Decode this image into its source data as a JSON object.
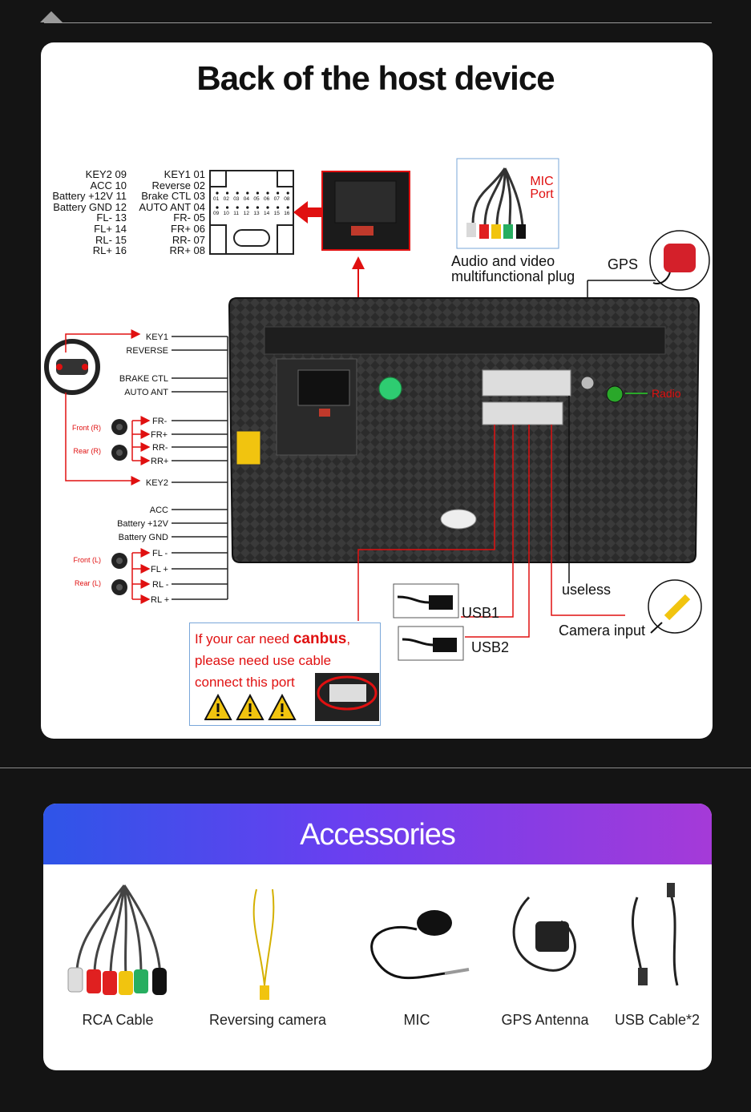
{
  "header": {
    "title": "Back of the host device"
  },
  "iso_left": [
    {
      "label": "KEY2 09"
    },
    {
      "label": "ACC 10"
    },
    {
      "label": "Battery +12V 11"
    },
    {
      "label": "Battery GND 12"
    },
    {
      "label": "FL- 13"
    },
    {
      "label": "FL+ 14"
    },
    {
      "label": "RL- 15"
    },
    {
      "label": "RL+ 16"
    }
  ],
  "iso_right": [
    {
      "label": "KEY1 01"
    },
    {
      "label": "Reverse 02"
    },
    {
      "label": "Brake CTL 03"
    },
    {
      "label": "AUTO ANT 04"
    },
    {
      "label": "FR- 05"
    },
    {
      "label": "FR+ 06"
    },
    {
      "label": "RR- 07"
    },
    {
      "label": "RR+ 08"
    }
  ],
  "pins_top": [
    "01",
    "02",
    "03",
    "04",
    "05",
    "06",
    "07",
    "08"
  ],
  "pins_bottom": [
    "09",
    "10",
    "11",
    "12",
    "13",
    "14",
    "15",
    "16"
  ],
  "mic_port": {
    "line1": "MIC",
    "line2": "Port"
  },
  "av_plug": {
    "line1": "Audio and video",
    "line2": "multifunctional plug"
  },
  "gps_label": "GPS",
  "radio_label": "Radio",
  "wires": {
    "key1": "KEY1",
    "reverse": "REVERSE",
    "brake": "BRAKE CTL",
    "auto_ant": "AUTO ANT",
    "fr_minus": "FR-",
    "fr_plus": "FR+",
    "rr_minus": "RR-",
    "rr_plus": "RR+",
    "key2": "KEY2",
    "acc": "ACC",
    "batt": "Battery +12V",
    "gnd": "Battery GND",
    "fl_minus": "FL -",
    "fl_plus": "FL +",
    "rl_minus": "RL -",
    "rl_plus": "RL +"
  },
  "speakers": {
    "front_r": "Front (R)",
    "rear_r": "Rear (R)",
    "front_l": "Front (L)",
    "rear_l": "Rear (L)"
  },
  "ports": {
    "usb1": "USB1",
    "usb2": "USB2",
    "useless": "useless",
    "camera": "Camera input"
  },
  "canbus": {
    "pre": "If your car need ",
    "bold": "canbus",
    "post": ",",
    "line2": "please need use cable",
    "line3": "connect this port"
  },
  "accessories": {
    "title": "Accessories",
    "items": [
      {
        "label": "RCA Cable",
        "icon": "rca-cable-icon"
      },
      {
        "label": "Reversing camera",
        "icon": "reversing-camera-cable-icon"
      },
      {
        "label": "MIC",
        "icon": "microphone-icon"
      },
      {
        "label": "GPS Antenna",
        "icon": "gps-antenna-icon"
      },
      {
        "label": "USB Cable*2",
        "icon": "usb-cable-icon"
      }
    ]
  },
  "colors": {
    "accent_red": "#e01010",
    "banner_start": "#2e55e8",
    "banner_end": "#a53ad8",
    "wire_green": "#2aa82a"
  }
}
